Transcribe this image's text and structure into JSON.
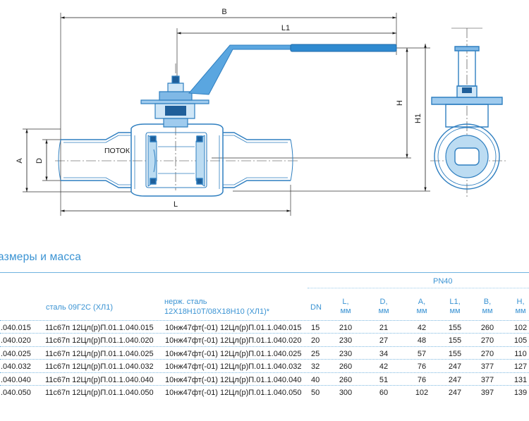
{
  "drawing": {
    "dims": {
      "b": "B",
      "l1": "L1",
      "l": "L",
      "a": "A",
      "d": "D",
      "h": "H",
      "h1": "H1"
    },
    "flow_label": "ПОТОК"
  },
  "section_title": "азмеры и масса",
  "table": {
    "group_header": "PN40",
    "headers": {
      "steel": "сталь 09Г2С (ХЛ1)",
      "stainless_line1": "нерж. сталь",
      "stainless_line2": "12Х18Н10Т/08Х18Н10 (ХЛ1)*",
      "dn": "DN",
      "l": [
        "L,",
        "мм"
      ],
      "d": [
        "D,",
        "мм"
      ],
      "a": [
        "A,",
        "мм"
      ],
      "l1": [
        "L1,",
        "мм"
      ],
      "b": [
        "B,",
        "мм"
      ],
      "h": [
        "H,",
        "мм"
      ]
    },
    "rows": [
      {
        "code": ".040.015",
        "steel": "11с67п 12Цл(р)П.01.1.040.015",
        "stainless": "10нж47фт(-01) 12Цл(р)П.01.1.040.015",
        "dn": "15",
        "l": "210",
        "d": "21",
        "a": "42",
        "l1": "155",
        "b": "260",
        "h": "102"
      },
      {
        "code": ".040.020",
        "steel": "11с67п 12Цл(р)П.01.1.040.020",
        "stainless": "10нж47фт(-01) 12Цл(р)П.01.1.040.020",
        "dn": "20",
        "l": "230",
        "d": "27",
        "a": "48",
        "l1": "155",
        "b": "270",
        "h": "105"
      },
      {
        "code": ".040.025",
        "steel": "11с67п 12Цл(р)П.01.1.040.025",
        "stainless": "10нж47фт(-01) 12Цл(р)П.01.1.040.025",
        "dn": "25",
        "l": "230",
        "d": "34",
        "a": "57",
        "l1": "155",
        "b": "270",
        "h": "110"
      },
      {
        "code": ".040.032",
        "steel": "11с67п 12Цл(р)П.01.1.040.032",
        "stainless": "10нж47фт(-01) 12Цл(р)П.01.1.040.032",
        "dn": "32",
        "l": "260",
        "d": "42",
        "a": "76",
        "l1": "247",
        "b": "377",
        "h": "127"
      },
      {
        "code": ".040.040",
        "steel": "11с67п 12Цл(р)П.01.1.040.040",
        "stainless": "10нж47фт(-01) 12Цл(р)П.01.1.040.040",
        "dn": "40",
        "l": "260",
        "d": "51",
        "a": "76",
        "l1": "247",
        "b": "377",
        "h": "131"
      },
      {
        "code": ".040.050",
        "steel": "11с67п 12Цл(р)П.01.1.040.050",
        "stainless": "10нж47фт(-01) 12Цл(р)П.01.1.040.050",
        "dn": "50",
        "l": "300",
        "d": "60",
        "a": "102",
        "l1": "247",
        "b": "397",
        "h": "139"
      }
    ]
  },
  "colors": {
    "accent": "#3a93d3",
    "outline": "#2f7fc0",
    "handle": "#2f8ad0"
  }
}
